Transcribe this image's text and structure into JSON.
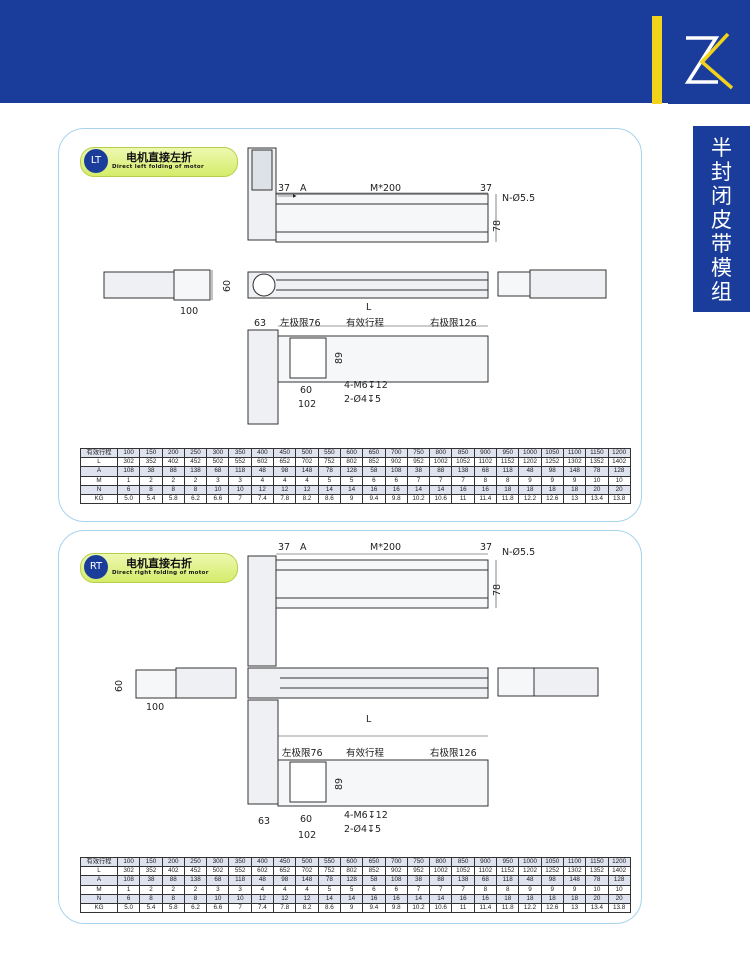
{
  "brand": {
    "side_title_chars": [
      "半",
      "封",
      "闭",
      "皮",
      "带",
      "模",
      "组"
    ],
    "primary_color": "#1a3d9c",
    "accent_color": "#f2d21a"
  },
  "sections": [
    {
      "badge": "LT",
      "title_cn": "电机直接左折",
      "title_en": "Direct left folding of motor"
    },
    {
      "badge": "RT",
      "title_cn": "电机直接右折",
      "title_en": "Direct right folding of motor"
    }
  ],
  "dimensions": {
    "d37": "37",
    "dA": "A",
    "dM": "M*200",
    "dN": "N-Ø5.5",
    "d78": "78",
    "d60": "60",
    "d100": "100",
    "dL": "L",
    "d63": "63",
    "left_limit": "左极限76",
    "stroke": "有效行程",
    "right_limit": "右极限126",
    "d89": "89",
    "d60b": "60",
    "d102": "102",
    "m6": "4-M6↧12",
    "hole": "2-Ø4↧5"
  },
  "table": {
    "rows": [
      {
        "label": "有效行程",
        "values": [
          "100",
          "150",
          "200",
          "250",
          "300",
          "350",
          "400",
          "450",
          "500",
          "550",
          "600",
          "650",
          "700",
          "750",
          "800",
          "850",
          "900",
          "950",
          "1000",
          "1050",
          "1100",
          "1150",
          "1200"
        ]
      },
      {
        "label": "L",
        "values": [
          "302",
          "352",
          "402",
          "452",
          "502",
          "552",
          "602",
          "652",
          "702",
          "752",
          "802",
          "852",
          "902",
          "952",
          "1002",
          "1052",
          "1102",
          "1152",
          "1202",
          "1252",
          "1302",
          "1352",
          "1402"
        ]
      },
      {
        "label": "A",
        "values": [
          "108",
          "38",
          "88",
          "138",
          "68",
          "118",
          "48",
          "98",
          "148",
          "78",
          "128",
          "58",
          "108",
          "38",
          "88",
          "138",
          "68",
          "118",
          "48",
          "98",
          "148",
          "78",
          "128"
        ]
      },
      {
        "label": "M",
        "values": [
          "1",
          "2",
          "2",
          "2",
          "3",
          "3",
          "4",
          "4",
          "4",
          "5",
          "5",
          "6",
          "6",
          "7",
          "7",
          "7",
          "8",
          "8",
          "9",
          "9",
          "9",
          "10",
          "10"
        ]
      },
      {
        "label": "N",
        "values": [
          "6",
          "8",
          "8",
          "8",
          "10",
          "10",
          "12",
          "12",
          "12",
          "14",
          "14",
          "16",
          "16",
          "14",
          "14",
          "16",
          "16",
          "18",
          "18",
          "18",
          "18",
          "20",
          "20"
        ]
      },
      {
        "label": "KG",
        "values": [
          "5.0",
          "5.4",
          "5.8",
          "6.2",
          "6.6",
          "7",
          "7.4",
          "7.8",
          "8.2",
          "8.6",
          "9",
          "9.4",
          "9.8",
          "10.2",
          "10.6",
          "11",
          "11.4",
          "11.8",
          "12.2",
          "12.6",
          "13",
          "13.4",
          "13.8"
        ]
      }
    ]
  }
}
